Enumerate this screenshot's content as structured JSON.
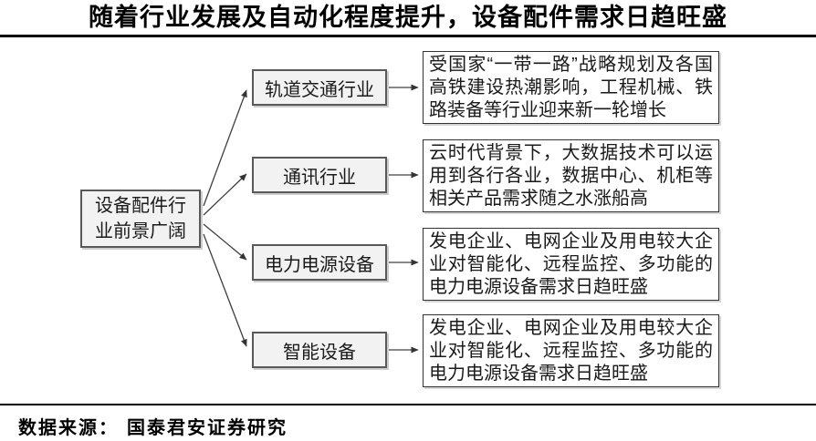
{
  "title": "随着行业发展及自动化程度提升，设备配件需求日趋旺盛",
  "root": {
    "label": "设备配件行业前景广阔",
    "lines": [
      "设备配件行",
      "业前景广阔"
    ]
  },
  "branches": [
    {
      "label": "轨道交通行业",
      "description": "受国家“一带一路”战略规划及各国高铁建设热潮影响，工程机械、铁路装备等行业迎来新一轮增长"
    },
    {
      "label": "通讯行业",
      "description": "云时代背景下，大数据技术可以运用到各行各业，数据中心、机柜等相关产品需求随之水涨船高"
    },
    {
      "label": "电力电源设备",
      "description": "发电企业、电网企业及用电较大企业对智能化、远程监控、多功能的电力电源设备需求日趋旺盛"
    },
    {
      "label": "智能设备",
      "description": "发电企业、电网企业及用电较大企业对智能化、远程监控、多功能的电力电源设备需求日趋旺盛"
    }
  ],
  "footer": {
    "source": "数据来源： 国泰君安证券研究"
  },
  "colors": {
    "node_fill": "#f2f2f2",
    "node_border": "#595959",
    "desc_border": "#333333",
    "rule": "#000000",
    "arrow": "#404040",
    "text": "#1a1a1a"
  }
}
